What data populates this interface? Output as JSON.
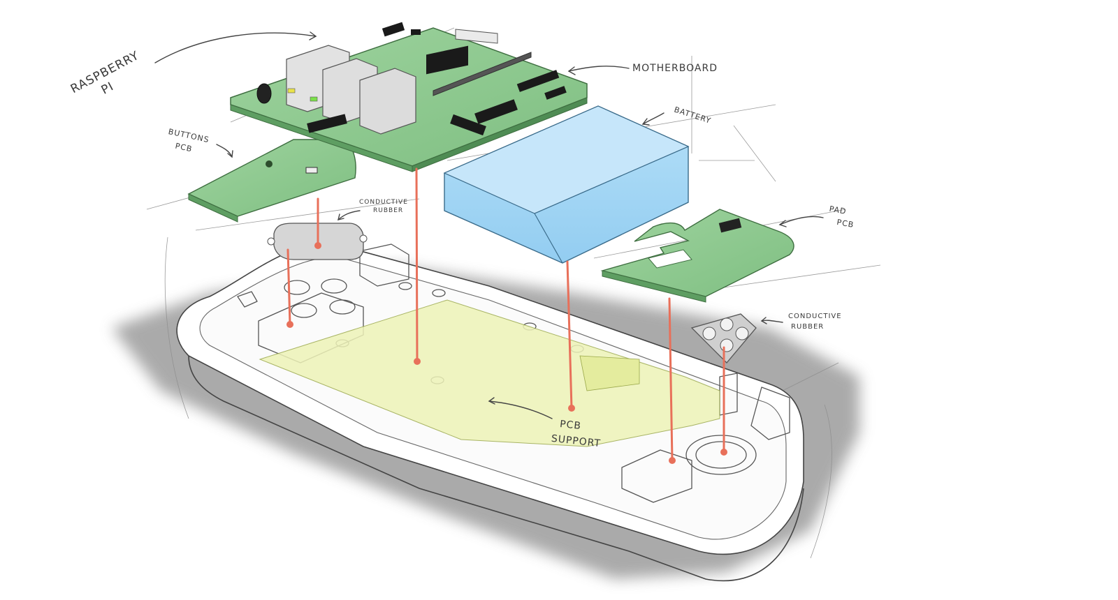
{
  "labels": {
    "raspberry_pi": "RASPBERRY PI",
    "raspberry_pi_line1": "RASPBERRY",
    "raspberry_pi_line2": "PI",
    "motherboard": "MOTHERBOARD",
    "battery": "BATTERY",
    "buttons_pcb_line1": "BUTTONS",
    "buttons_pcb_line2": "PCB",
    "conductive_rubber_left_line1": "CONDUCTIVE",
    "conductive_rubber_left_line2": "RUBBER",
    "pad_pcb_line1": "PAD",
    "pad_pcb_line2": "PCB",
    "conductive_rubber_right_line1": "CONDUCTIVE",
    "conductive_rubber_right_line2": "RUBBER",
    "pcb_support_line1": "PCB",
    "pcb_support_line2": "SUPPORT"
  },
  "colors": {
    "pcb_green": "#8fc98f",
    "pcb_dark": "#5e9e62",
    "battery_blue": "#a9d8f5",
    "battery_top": "#c6e6fa",
    "support_yellow": "#eef3b8",
    "leader_red": "#e8705a",
    "shadow_gray": "#8e8e8e",
    "rubber_gray": "#d6d6d6"
  }
}
